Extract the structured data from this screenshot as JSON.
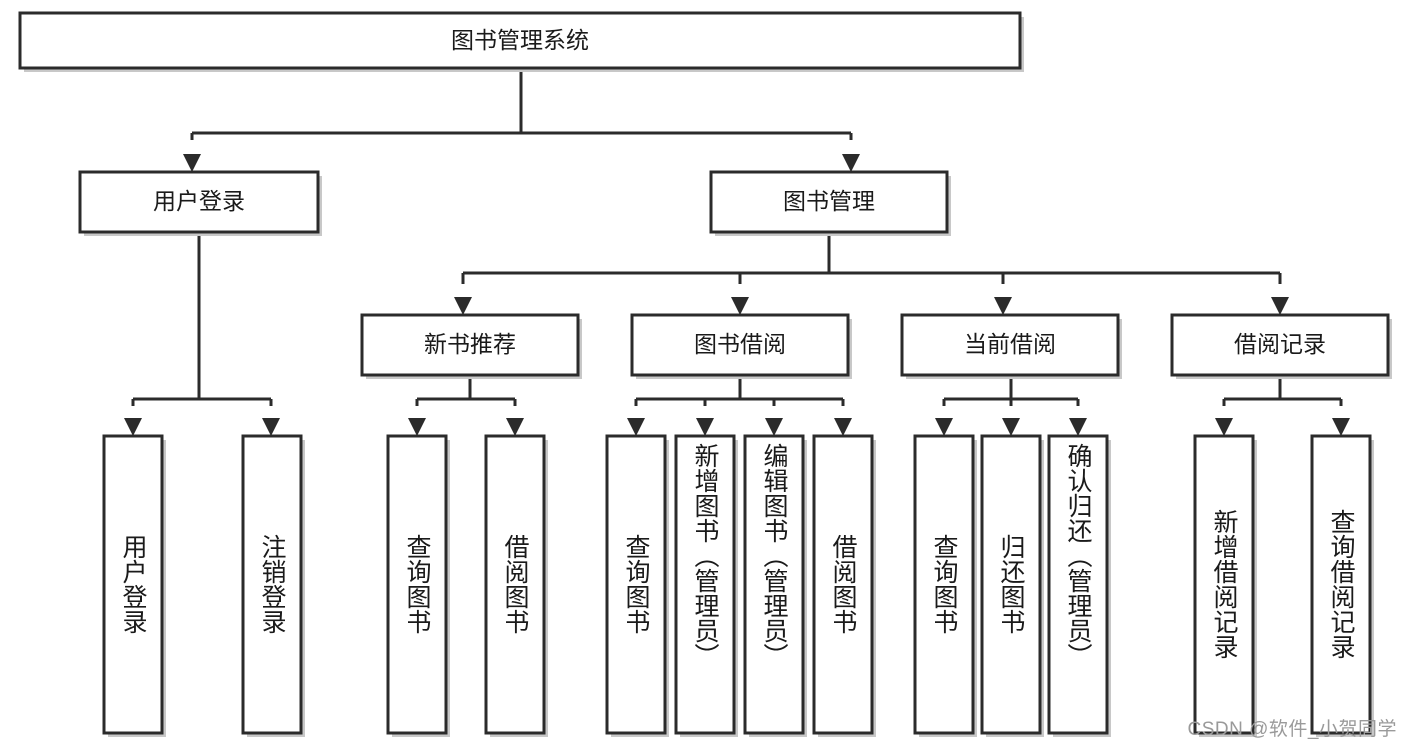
{
  "diagram": {
    "type": "tree",
    "title": "图书管理系统",
    "orientation": "top-down",
    "colors": {
      "box_fill": "#ffffff",
      "box_stroke": "#2b2b2b",
      "text": "#1a1a1a",
      "watermark": "#9a9a9a"
    },
    "levels": [
      {
        "level": 1,
        "nodes": [
          {
            "id": "root",
            "label": "图书管理系统",
            "orientation": "horizontal"
          }
        ]
      },
      {
        "level": 2,
        "nodes": [
          {
            "id": "login",
            "label": "用户登录",
            "orientation": "horizontal",
            "parent": "root"
          },
          {
            "id": "bookmgmt",
            "label": "图书管理",
            "orientation": "horizontal",
            "parent": "root"
          }
        ]
      },
      {
        "level": 3,
        "nodes": [
          {
            "id": "newbook",
            "label": "新书推荐",
            "orientation": "horizontal",
            "parent": "bookmgmt"
          },
          {
            "id": "borrow",
            "label": "图书借阅",
            "orientation": "horizontal",
            "parent": "bookmgmt"
          },
          {
            "id": "current",
            "label": "当前借阅",
            "orientation": "horizontal",
            "parent": "bookmgmt"
          },
          {
            "id": "record",
            "label": "借阅记录",
            "orientation": "horizontal",
            "parent": "bookmgmt"
          }
        ]
      },
      {
        "level": 4,
        "nodes": [
          {
            "id": "leaf-user-login",
            "label": "用户登录",
            "orientation": "vertical",
            "parent": "login"
          },
          {
            "id": "leaf-user-logout",
            "label": "注销登录",
            "orientation": "vertical",
            "parent": "login"
          },
          {
            "id": "leaf-new-query",
            "label": "查询图书",
            "orientation": "vertical",
            "parent": "newbook"
          },
          {
            "id": "leaf-new-borrow",
            "label": "借阅图书",
            "orientation": "vertical",
            "parent": "newbook"
          },
          {
            "id": "leaf-borrow-query",
            "label": "查询图书",
            "orientation": "vertical",
            "parent": "borrow"
          },
          {
            "id": "leaf-borrow-add",
            "label": "新增图书（管理员）",
            "orientation": "vertical",
            "parent": "borrow"
          },
          {
            "id": "leaf-borrow-edit",
            "label": "编辑图书（管理员）",
            "orientation": "vertical",
            "parent": "borrow"
          },
          {
            "id": "leaf-borrow-lend",
            "label": "借阅图书",
            "orientation": "vertical",
            "parent": "borrow"
          },
          {
            "id": "leaf-cur-query",
            "label": "查询图书",
            "orientation": "vertical",
            "parent": "current"
          },
          {
            "id": "leaf-cur-return",
            "label": "归还图书",
            "orientation": "vertical",
            "parent": "current"
          },
          {
            "id": "leaf-cur-confirm",
            "label": "确认归还（管理员）",
            "orientation": "vertical",
            "parent": "current"
          },
          {
            "id": "leaf-rec-add",
            "label": "新增借阅记录",
            "orientation": "vertical",
            "parent": "record"
          },
          {
            "id": "leaf-rec-query",
            "label": "查询借阅记录",
            "orientation": "vertical",
            "parent": "record"
          }
        ]
      }
    ]
  },
  "watermark": {
    "text": "CSDN @软件_小贺同学"
  }
}
